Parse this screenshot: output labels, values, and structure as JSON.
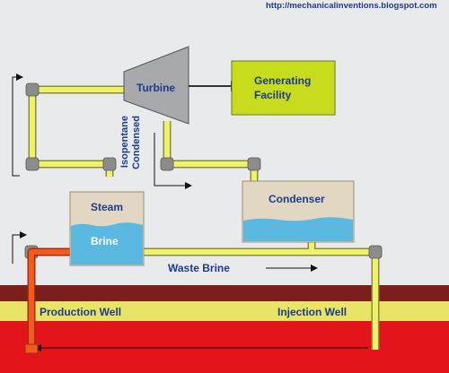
{
  "source_url": "http://mechanicalinventions.blogspot.com",
  "components": {
    "turbine": "Turbine",
    "generating_facility_line1": "Generating",
    "generating_facility_line2": "Facility",
    "condenser": "Condenser",
    "steam": "Steam",
    "brine": "Brine"
  },
  "flows": {
    "condensed": "Condensed",
    "isopentane": "Isopentane",
    "waste_brine": "Waste Brine"
  },
  "wells": {
    "production": "Production Well",
    "injection": "Injection Well"
  },
  "colors": {
    "pipe_yellow": "#eef266",
    "pipe_outline": "#7a7a3a",
    "elbow_gray": "#8c8c8c",
    "hot_brine_orange": "#f25a1e",
    "box_green": "#c8dc1e",
    "tank_tan": "#e2d7c2",
    "water_blue": "#5bb8e0",
    "ground_red": "#e4141b",
    "ground_brown": "#7a1f1c",
    "ground_yellow_band": "#e8e466",
    "text_blue": "#1e3a8a"
  }
}
